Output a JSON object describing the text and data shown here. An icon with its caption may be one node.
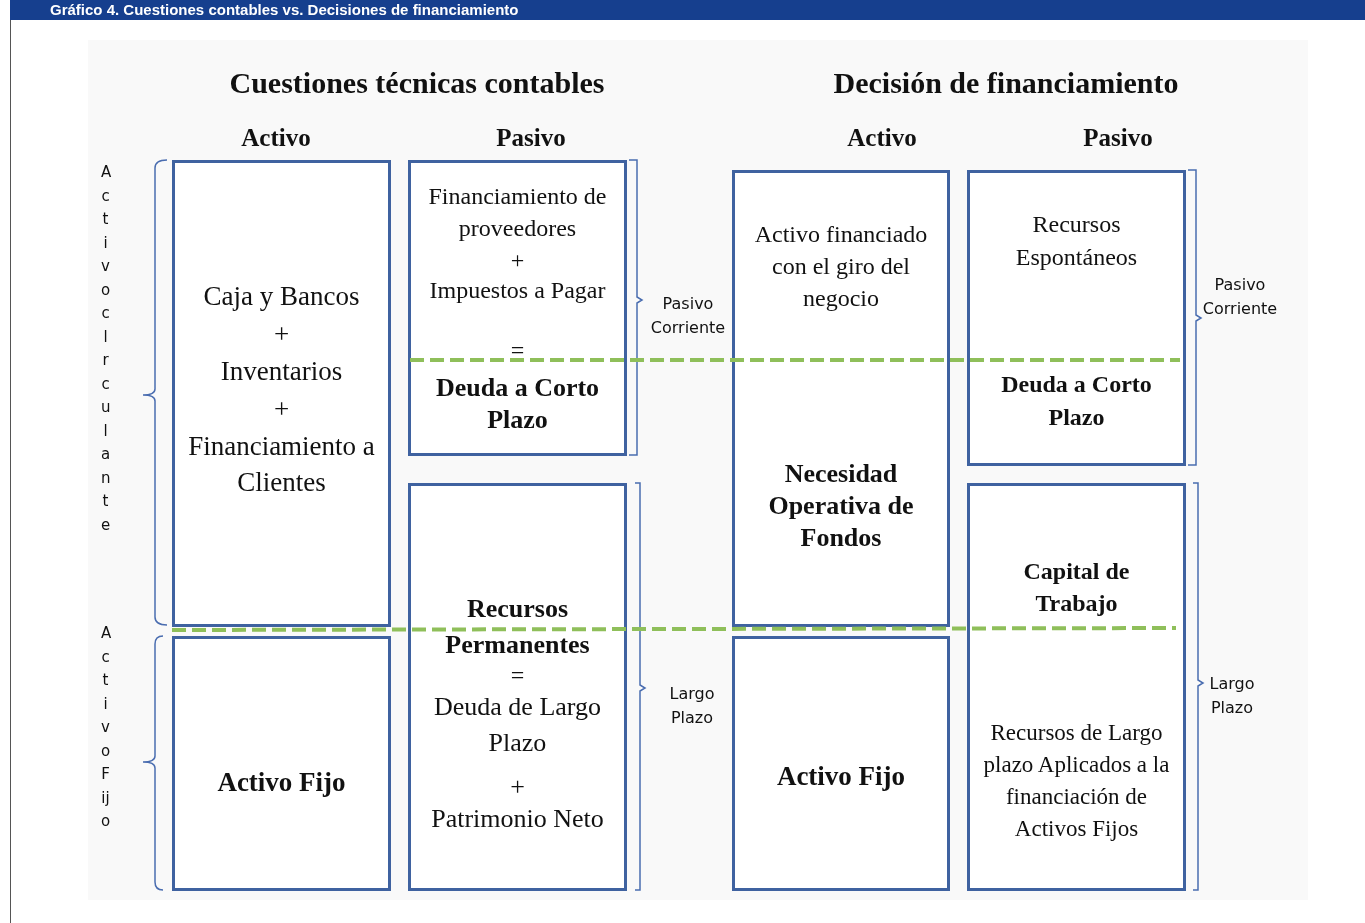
{
  "diagram": {
    "title": "Gráfico 4. Cuestiones contables vs. Decisiones de financiamiento",
    "nodes": [
      {
        "text": [
          "Caja y Bancos",
          "+",
          "Inventarios",
          "+",
          "Financiamiento a Clientes"
        ]
      },
      {
        "text": [
          "Activo Fijo"
        ]
      },
      {
        "text": [
          "Financiamiento de proveedores",
          "+",
          "Impuestos a Pagar",
          "=",
          "Deuda a Corto Plazo"
        ]
      },
      {
        "text": [
          "Recursos Permanentes",
          "=",
          "Deuda de Largo Plazo",
          "+",
          "Patrimonio Neto"
        ]
      },
      {
        "text": [
          "Activo financiado con el giro del negocio",
          "Necesidad Operativa de Fondos"
        ]
      },
      {
        "text": [
          "Activo Fijo"
        ]
      },
      {
        "text": [
          "Recursos Espontáneos",
          "Deuda a Corto Plazo"
        ]
      },
      {
        "text": [
          "Capital de Trabajo",
          "Recursos de Largo plazo Aplicados a la financiación de Activos Fijos"
        ]
      }
    ],
    "labels": [
      "Cuestiones técnicas contables",
      "Decisión de financiamiento",
      "Activo",
      "Pasivo",
      "Activo",
      "Pasivo",
      "Activo clrculante",
      "Activo Fijo",
      "Pasivo Corriente",
      "Largo Plazo",
      "Pasivo Corriente",
      "Largo Plazo"
    ]
  }
}
